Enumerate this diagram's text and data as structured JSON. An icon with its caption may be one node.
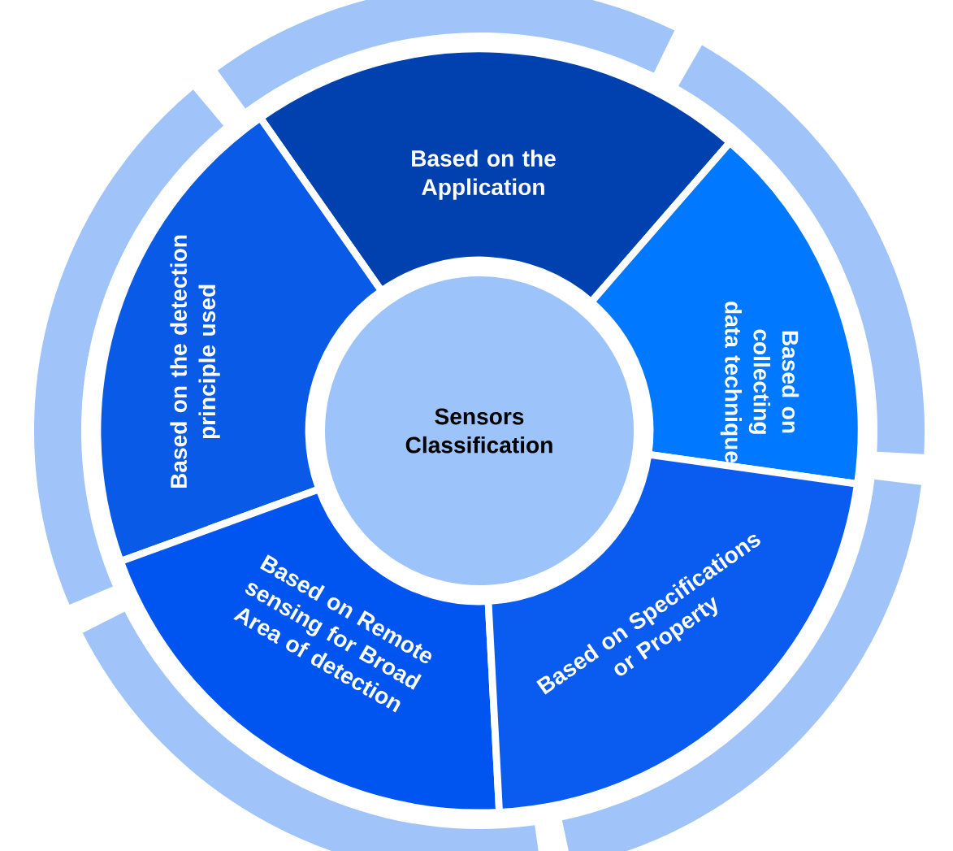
{
  "diagram": {
    "nodes": [
      {
        "text": [
          "Based on the Application"
        ]
      },
      {
        "text": [
          "Based on the detection principle used"
        ]
      },
      {
        "text": [
          "Based on collecting data technique"
        ]
      },
      {
        "text": [
          "Sensors Classification"
        ]
      },
      {
        "text": [
          "Based on Remote sensing for Broad Area of detection"
        ]
      },
      {
        "text": [
          "Based on Specifications or Property"
        ]
      }
    ]
  }
}
